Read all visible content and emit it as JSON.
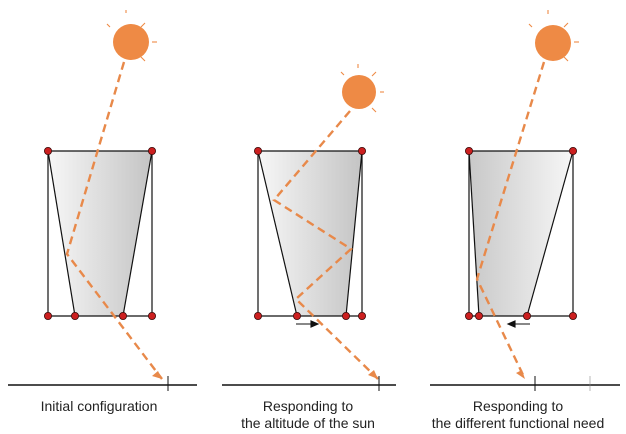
{
  "colors": {
    "sun": "#ee8a45",
    "ray": "#e8894a",
    "frame": "#111111",
    "joint": "#cc1f1f",
    "panel_light": "#f7f7f7",
    "panel_dark": "#c4c4c4",
    "ground": "#111111"
  },
  "icons": {
    "sun": "sun-icon",
    "joint": "joint-dot",
    "arrow": "left-right-arrow-icon"
  },
  "panels": [
    {
      "id": "initial",
      "caption_lines": [
        "Initial configuration"
      ],
      "movement_arrow": "none"
    },
    {
      "id": "altitude",
      "caption_lines": [
        "Responding to",
        "the altitude of the sun"
      ],
      "movement_arrow": "right"
    },
    {
      "id": "functional",
      "caption_lines": [
        "Responding to",
        "the different functional need"
      ],
      "movement_arrow": "left"
    }
  ]
}
